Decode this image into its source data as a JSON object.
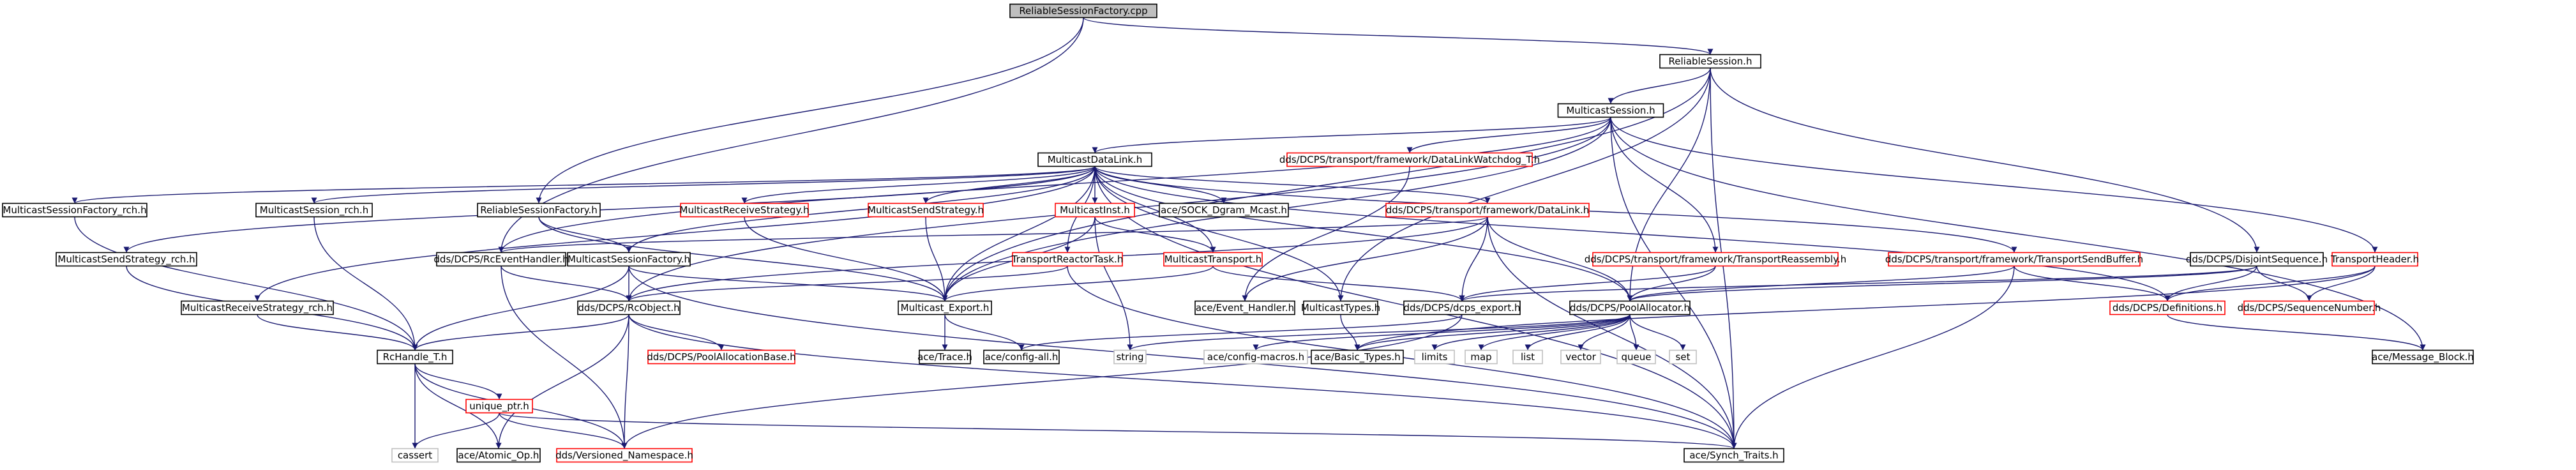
{
  "title": "ReliableSessionFactory.cpp",
  "colors": {
    "root_fill": "#bfbfbf",
    "normal_border": "#000000",
    "incomplete_border": "#ff0000",
    "system_border": "#bfbfbf",
    "edge": "#191970",
    "text": "#000000"
  },
  "nodes": [
    {
      "id": "root",
      "label": "ReliableSessionFactory.cpp",
      "kind": "root"
    },
    {
      "id": "rs_h",
      "label": "ReliableSession.h",
      "kind": "normal"
    },
    {
      "id": "ms_h",
      "label": "MulticastSession.h",
      "kind": "normal"
    },
    {
      "id": "mdl_h",
      "label": "MulticastDataLink.h",
      "kind": "normal"
    },
    {
      "id": "dlwt_h",
      "label": "dds/DCPS/transport/framework/DataLinkWatchdog_T.h",
      "kind": "incomplete"
    },
    {
      "id": "msf_rch",
      "label": "MulticastSessionFactory_rch.h",
      "kind": "normal"
    },
    {
      "id": "ms_rch",
      "label": "MulticastSession_rch.h",
      "kind": "normal"
    },
    {
      "id": "rsf_h",
      "label": "ReliableSessionFactory.h",
      "kind": "normal"
    },
    {
      "id": "mrs_h",
      "label": "MulticastReceiveStrategy.h",
      "kind": "incomplete"
    },
    {
      "id": "mss_h",
      "label": "MulticastSendStrategy.h",
      "kind": "incomplete"
    },
    {
      "id": "minst_h",
      "label": "MulticastInst.h",
      "kind": "incomplete"
    },
    {
      "id": "sock_h",
      "label": "ace/SOCK_Dgram_Mcast.h",
      "kind": "normal"
    },
    {
      "id": "dl_h",
      "label": "dds/DCPS/transport/framework/DataLink.h",
      "kind": "incomplete"
    },
    {
      "id": "mss_rch",
      "label": "MulticastSendStrategy_rch.h",
      "kind": "normal"
    },
    {
      "id": "rceh_h",
      "label": "dds/DCPS/RcEventHandler.h",
      "kind": "normal"
    },
    {
      "id": "msfac_h",
      "label": "MulticastSessionFactory.h",
      "kind": "normal"
    },
    {
      "id": "trt_h",
      "label": "TransportReactorTask.h",
      "kind": "incomplete"
    },
    {
      "id": "mt_h",
      "label": "MulticastTransport.h",
      "kind": "incomplete"
    },
    {
      "id": "tr_h",
      "label": "dds/DCPS/transport/framework/TransportReassembly.h",
      "kind": "incomplete"
    },
    {
      "id": "tsb_h",
      "label": "dds/DCPS/transport/framework/TransportSendBuffer.h",
      "kind": "incomplete"
    },
    {
      "id": "ds_h",
      "label": "dds/DCPS/DisjointSequence.h",
      "kind": "normal"
    },
    {
      "id": "th_h",
      "label": "TransportHeader.h",
      "kind": "incomplete"
    },
    {
      "id": "mrs_rch",
      "label": "MulticastReceiveStrategy_rch.h",
      "kind": "normal"
    },
    {
      "id": "rco_h",
      "label": "dds/DCPS/RcObject.h",
      "kind": "normal"
    },
    {
      "id": "mexp_h",
      "label": "Multicast_Export.h",
      "kind": "normal"
    },
    {
      "id": "aeh_h",
      "label": "ace/Event_Handler.h",
      "kind": "normal"
    },
    {
      "id": "mtypes_h",
      "label": "MulticastTypes.h",
      "kind": "normal"
    },
    {
      "id": "dcpsexp_h",
      "label": "dds/DCPS/dcps_export.h",
      "kind": "normal"
    },
    {
      "id": "pa_h",
      "label": "dds/DCPS/PoolAllocator.h",
      "kind": "normal"
    },
    {
      "id": "def_h",
      "label": "dds/DCPS/Definitions.h",
      "kind": "incomplete"
    },
    {
      "id": "seqn_h",
      "label": "dds/DCPS/SequenceNumber.h",
      "kind": "incomplete"
    },
    {
      "id": "rch_h",
      "label": "RcHandle_T.h",
      "kind": "normal"
    },
    {
      "id": "pab_h",
      "label": "dds/DCPS/PoolAllocationBase.h",
      "kind": "incomplete"
    },
    {
      "id": "trace_h",
      "label": "ace/Trace.h",
      "kind": "normal"
    },
    {
      "id": "cfgall_h",
      "label": "ace/config-all.h",
      "kind": "normal"
    },
    {
      "id": "string",
      "label": "string",
      "kind": "system"
    },
    {
      "id": "cfgmac_h",
      "label": "ace/config-macros.h",
      "kind": "system"
    },
    {
      "id": "bt_h",
      "label": "ace/Basic_Types.h",
      "kind": "normal"
    },
    {
      "id": "limits",
      "label": "limits",
      "kind": "system"
    },
    {
      "id": "map",
      "label": "map",
      "kind": "system"
    },
    {
      "id": "list",
      "label": "list",
      "kind": "system"
    },
    {
      "id": "vector",
      "label": "vector",
      "kind": "system"
    },
    {
      "id": "queue",
      "label": "queue",
      "kind": "system"
    },
    {
      "id": "set",
      "label": "set",
      "kind": "system"
    },
    {
      "id": "mb_h",
      "label": "ace/Message_Block.h",
      "kind": "normal"
    },
    {
      "id": "uptr_h",
      "label": "unique_ptr.h",
      "kind": "incomplete"
    },
    {
      "id": "cassert",
      "label": "cassert",
      "kind": "system"
    },
    {
      "id": "aop_h",
      "label": "ace/Atomic_Op.h",
      "kind": "normal"
    },
    {
      "id": "vn_h",
      "label": "dds/Versioned_Namespace.h",
      "kind": "incomplete"
    },
    {
      "id": "synch_h",
      "label": "ace/Synch_Traits.h",
      "kind": "normal"
    }
  ],
  "edges": [
    [
      "root",
      "rs_h"
    ],
    [
      "root",
      "rsf_h"
    ],
    [
      "root",
      "rceh_h"
    ],
    [
      "rs_h",
      "ms_h"
    ],
    [
      "rs_h",
      "mexp_h"
    ],
    [
      "rs_h",
      "ds_h"
    ],
    [
      "rs_h",
      "mtypes_h"
    ],
    [
      "rs_h",
      "pa_h"
    ],
    [
      "rs_h",
      "synch_h"
    ],
    [
      "ms_h",
      "mdl_h"
    ],
    [
      "ms_h",
      "dlwt_h"
    ],
    [
      "ms_h",
      "tr_h"
    ],
    [
      "ms_h",
      "mexp_h"
    ],
    [
      "ms_h",
      "rco_h"
    ],
    [
      "ms_h",
      "rceh_h"
    ],
    [
      "ms_h",
      "th_h"
    ],
    [
      "ms_h",
      "mb_h"
    ],
    [
      "ms_h",
      "synch_h"
    ],
    [
      "mdl_h",
      "msf_rch"
    ],
    [
      "mdl_h",
      "ms_rch"
    ],
    [
      "mdl_h",
      "mrs_h"
    ],
    [
      "mdl_h",
      "mss_h"
    ],
    [
      "mdl_h",
      "minst_h"
    ],
    [
      "mdl_h",
      "sock_h"
    ],
    [
      "mdl_h",
      "dl_h"
    ],
    [
      "mdl_h",
      "mss_rch"
    ],
    [
      "mdl_h",
      "mrs_rch"
    ],
    [
      "mdl_h",
      "msfac_h"
    ],
    [
      "mdl_h",
      "trt_h"
    ],
    [
      "mdl_h",
      "mt_h"
    ],
    [
      "mdl_h",
      "tsb_h"
    ],
    [
      "mdl_h",
      "mexp_h"
    ],
    [
      "mdl_h",
      "mtypes_h"
    ],
    [
      "mdl_h",
      "pa_h"
    ],
    [
      "mdl_h",
      "synch_h"
    ],
    [
      "mdl_h",
      "def_h"
    ],
    [
      "dlwt_h",
      "aeh_h"
    ],
    [
      "msf_rch",
      "rch_h"
    ],
    [
      "ms_rch",
      "rch_h"
    ],
    [
      "mss_rch",
      "rch_h"
    ],
    [
      "mrs_rch",
      "rch_h"
    ],
    [
      "rsf_h",
      "msfac_h"
    ],
    [
      "rsf_h",
      "mexp_h"
    ],
    [
      "mrs_h",
      "mexp_h"
    ],
    [
      "mss_h",
      "mexp_h"
    ],
    [
      "minst_h",
      "mt_h"
    ],
    [
      "minst_h",
      "mexp_h"
    ],
    [
      "minst_h",
      "string"
    ],
    [
      "dl_h",
      "rceh_h"
    ],
    [
      "dl_h",
      "rco_h"
    ],
    [
      "dl_h",
      "aeh_h"
    ],
    [
      "dl_h",
      "dcpsexp_h"
    ],
    [
      "dl_h",
      "pa_h"
    ],
    [
      "dl_h",
      "synch_h"
    ],
    [
      "rceh_h",
      "rco_h"
    ],
    [
      "rceh_h",
      "vn_h"
    ],
    [
      "msfac_h",
      "rco_h"
    ],
    [
      "msfac_h",
      "mexp_h"
    ],
    [
      "msfac_h",
      "rch_h"
    ],
    [
      "msfac_h",
      "synch_h"
    ],
    [
      "trt_h",
      "rco_h"
    ],
    [
      "trt_h",
      "synch_h"
    ],
    [
      "mt_h",
      "mexp_h"
    ],
    [
      "mt_h",
      "dcpsexp_h"
    ],
    [
      "tr_h",
      "pa_h"
    ],
    [
      "tr_h",
      "dcpsexp_h"
    ],
    [
      "tsb_h",
      "pa_h"
    ],
    [
      "tsb_h",
      "def_h"
    ],
    [
      "tsb_h",
      "synch_h"
    ],
    [
      "ds_h",
      "dcpsexp_h"
    ],
    [
      "ds_h",
      "pa_h"
    ],
    [
      "ds_h",
      "def_h"
    ],
    [
      "ds_h",
      "seqn_h"
    ],
    [
      "th_h",
      "def_h"
    ],
    [
      "th_h",
      "seqn_h"
    ],
    [
      "th_h",
      "bt_h"
    ],
    [
      "rco_h",
      "pab_h"
    ],
    [
      "rco_h",
      "rch_h"
    ],
    [
      "rco_h",
      "aop_h"
    ],
    [
      "rco_h",
      "vn_h"
    ],
    [
      "rco_h",
      "synch_h"
    ],
    [
      "mexp_h",
      "trace_h"
    ],
    [
      "mexp_h",
      "cfgall_h"
    ],
    [
      "mtypes_h",
      "bt_h"
    ],
    [
      "dcpsexp_h",
      "cfgall_h"
    ],
    [
      "dcpsexp_h",
      "vn_h"
    ],
    [
      "pa_h",
      "string"
    ],
    [
      "pa_h",
      "cfgmac_h"
    ],
    [
      "pa_h",
      "limits"
    ],
    [
      "pa_h",
      "map"
    ],
    [
      "pa_h",
      "list"
    ],
    [
      "pa_h",
      "vector"
    ],
    [
      "pa_h",
      "queue"
    ],
    [
      "pa_h",
      "set"
    ],
    [
      "pa_h",
      "bt_h"
    ],
    [
      "def_h",
      "mb_h"
    ],
    [
      "rch_h",
      "uptr_h"
    ],
    [
      "rch_h",
      "cassert"
    ],
    [
      "rch_h",
      "aop_h"
    ],
    [
      "rch_h",
      "vn_h"
    ],
    [
      "uptr_h",
      "cassert"
    ],
    [
      "uptr_h",
      "vn_h"
    ],
    [
      "uptr_h",
      "synch_h"
    ]
  ]
}
